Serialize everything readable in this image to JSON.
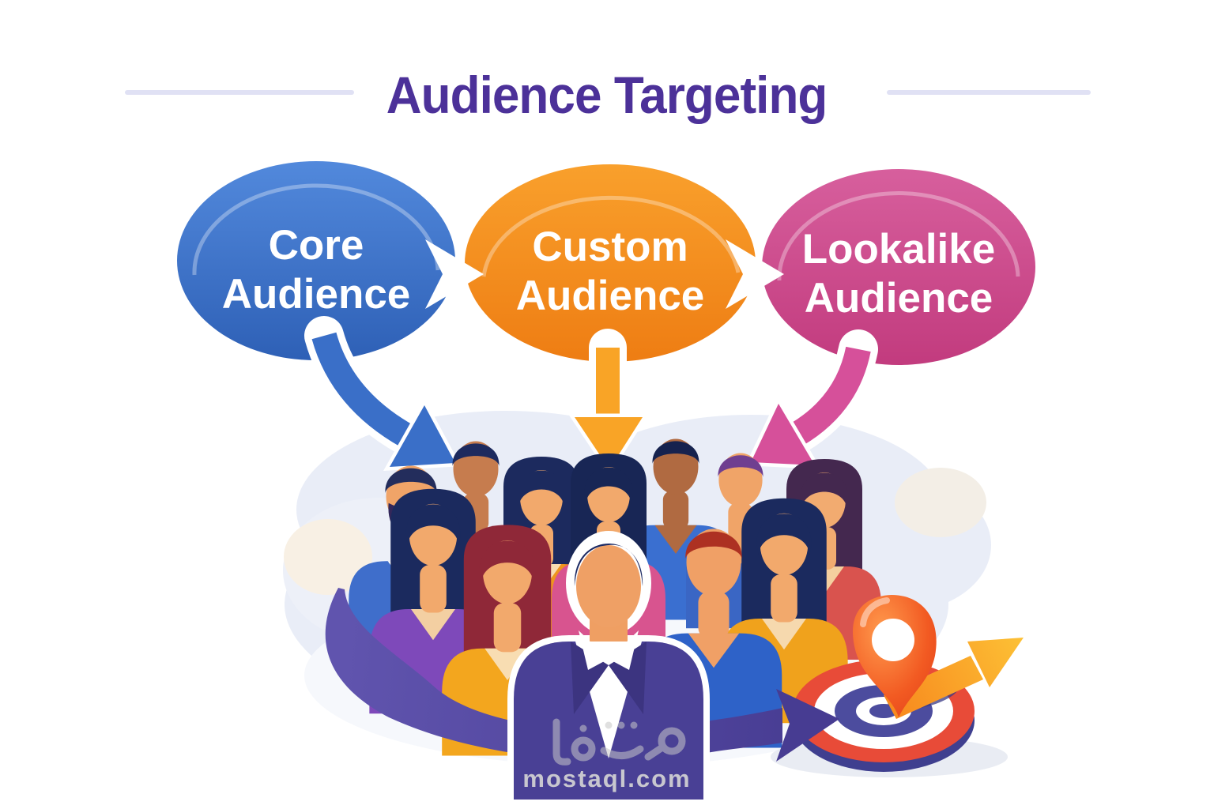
{
  "header": {
    "title": "Audience Targeting"
  },
  "funnel": {
    "bubbles": [
      {
        "id": "core",
        "line1": "Core",
        "line2": "Audience",
        "color": "#4479cf"
      },
      {
        "id": "custom",
        "line1": "Custom",
        "line2": "Audience",
        "color": "#f5891d"
      },
      {
        "id": "lookalike",
        "line1": "Lookalike",
        "line2": "Audience",
        "color": "#d94f92"
      }
    ]
  },
  "watermark": {
    "logo_text": "مستقل",
    "domain": "mostaql.com"
  },
  "palette": {
    "title": "#4c3199",
    "blue_bubble": "#4479cf",
    "orange_bubble": "#f5891d",
    "pink_bubble": "#d94f92",
    "swoosh_arrow": "#554aa3",
    "target_red": "#e84b38",
    "target_indigo": "#4c4c9e",
    "pin_orange": "#f25a22",
    "crowd_cloud": "#e9edf7"
  }
}
